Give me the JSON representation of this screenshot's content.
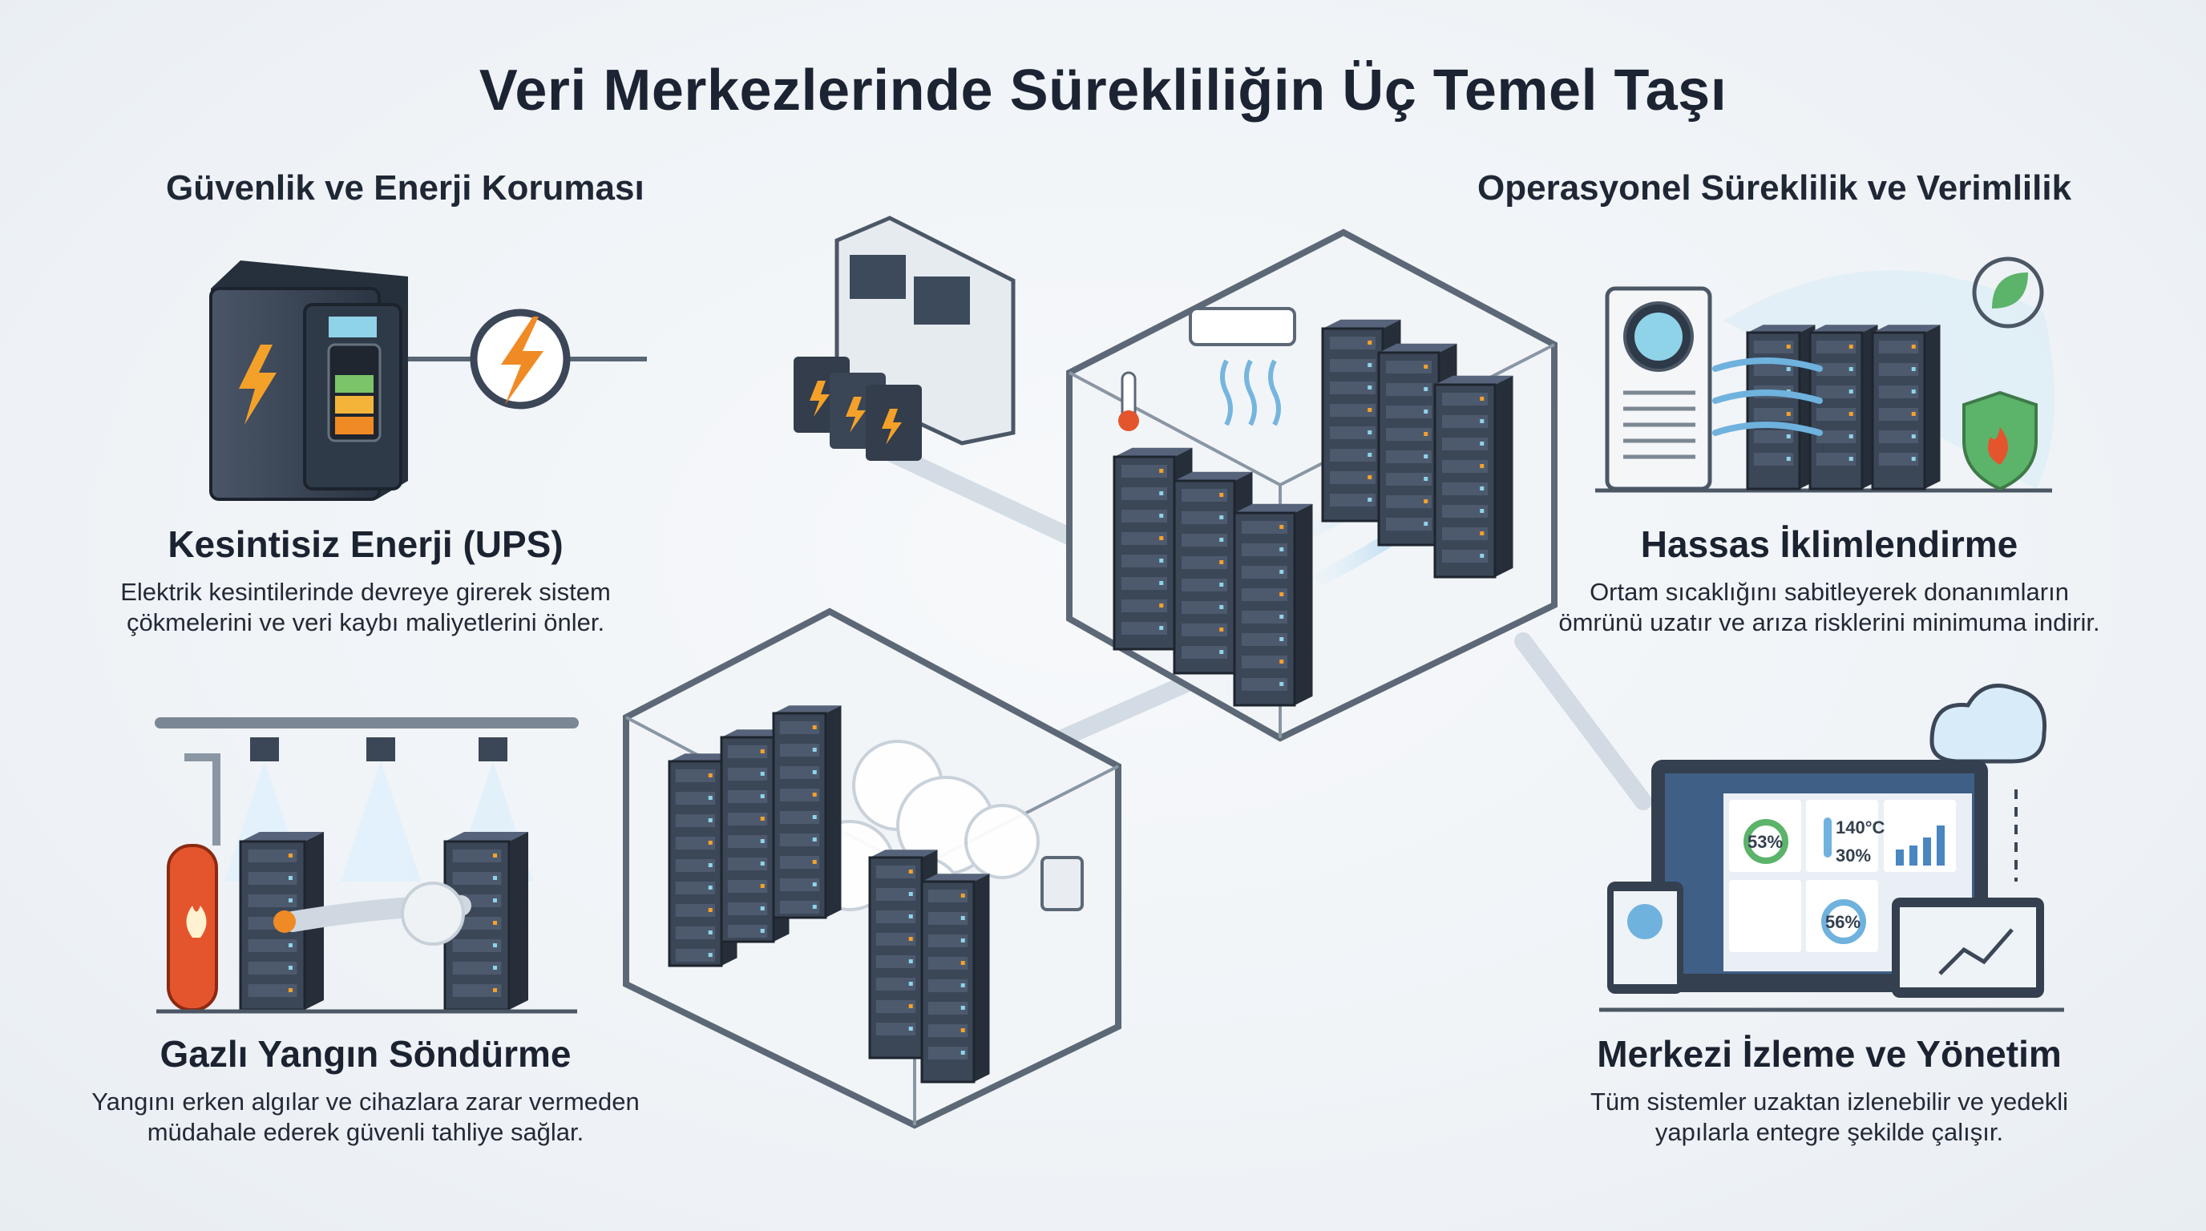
{
  "title": "Veri Merkezlerinde Sürekliliğin Üç Temel Taşı",
  "sections": {
    "left": "Güvenlik ve Enerji Koruması",
    "right": "Operasyonel Süreklilik ve Verimlilik"
  },
  "cards": [
    {
      "heading": "Kesintisiz Enerji (UPS)",
      "lines": [
        "Elektrik kesintilerinde devreye girerek sistem",
        "çökmelerini ve veri kaybı maliyetlerini önler."
      ]
    },
    {
      "heading": "Hassas İklimlendirme",
      "lines": [
        "Ortam sıcaklığını sabitleyerek donanımların",
        "ömrünü uzatır ve arıza risklerini minimuma indirir."
      ]
    },
    {
      "heading": "Gazlı Yangın Söndürme",
      "lines": [
        "Yangını erken algılar ve cihazlara zarar vermeden",
        "müdahale ederek güvenli tahliye sağlar."
      ]
    },
    {
      "heading": "Merkezi İzleme ve Yönetim",
      "lines": [
        "Tüm sistemler uzaktan izlenebilir ve yedekli",
        "yapılarla entegre şekilde çalışır."
      ]
    }
  ],
  "dashboard": {
    "gauge1": "53%",
    "temp": "140°C",
    "humidity": "30%",
    "gauge2": "56%"
  },
  "colors": {
    "accent_orange": "#f08a24",
    "rack": "#3b4657",
    "cool_blue": "#7cc0e6",
    "green": "#5cb36a",
    "red": "#e4552e"
  }
}
